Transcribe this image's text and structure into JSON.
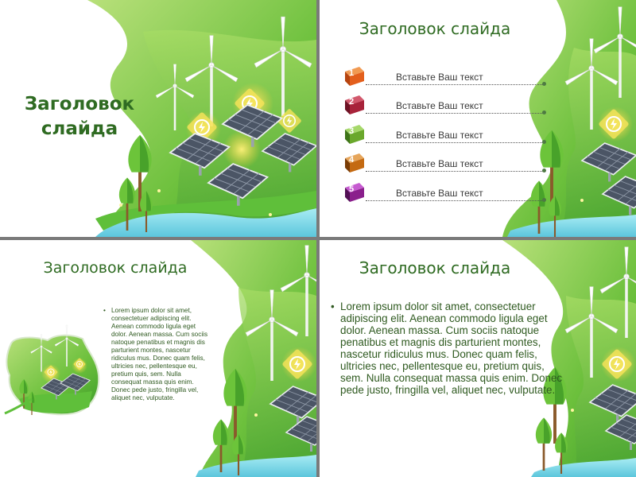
{
  "slides": [
    {
      "title": "Заголовок слайда"
    },
    {
      "title": "Заголовок слайда",
      "items": [
        {
          "number": "1",
          "text": "Вставьте Ваш текст",
          "color": "#e35f1c"
        },
        {
          "number": "2",
          "text": "Вставьте Ваш текст",
          "color": "#a8233a"
        },
        {
          "number": "3",
          "text": "Вставьте Ваш текст",
          "color": "#6aa82c"
        },
        {
          "number": "4",
          "text": "Вставьте Ваш текст",
          "color": "#c46a12"
        },
        {
          "number": "5",
          "text": "Вставьте Ваш текст",
          "color": "#8a1f8c"
        }
      ]
    },
    {
      "title": "Заголовок слайда",
      "body": "Lorem ipsum dolor sit amet, consectetuer adipiscing elit. Aenean commodo ligula eget dolor. Aenean massa. Cum sociis natoque penatibus et magnis dis parturient montes, nascetur ridiculus mus. Donec quam felis, ultricies nec, pellentesque eu, pretium quis, sem. Nulla consequat massa quis enim. Donec pede justo, fringilla vel, aliquet nec, vulputate."
    },
    {
      "title": "Заголовок слайда",
      "body": "Lorem ipsum dolor sit amet, consectetuer adipiscing elit. Aenean commodo ligula eget dolor. Aenean massa. Cum sociis natoque penatibus et magnis dis parturient montes, nascetur ridiculus mus. Donec quam felis, ultricies nec, pellentesque eu, pretium quis, sem. Nulla consequat massa quis enim. Donec pede justo, fringilla vel, aliquet nec, vulputate."
    }
  ],
  "colors": {
    "background": "#7a7a7a",
    "title": "#2f6b22",
    "green_light": "#9bd15a",
    "green_dark": "#3f9a2a",
    "water": "#7fd7e6"
  }
}
